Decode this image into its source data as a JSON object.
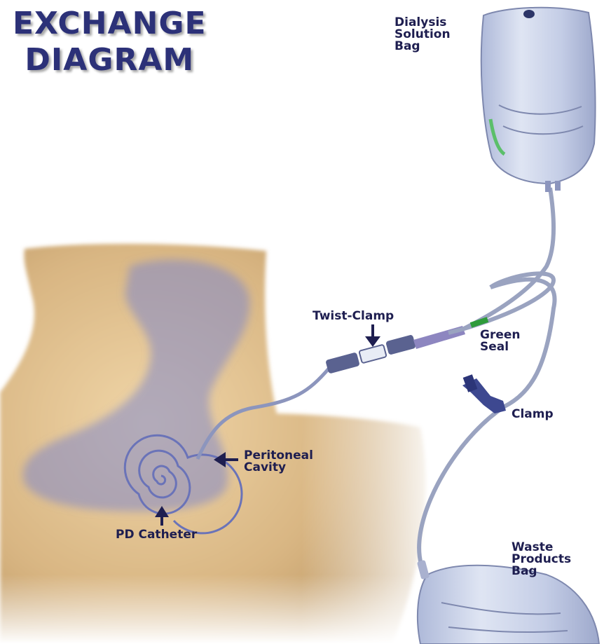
{
  "title": "EXCHANGE\nDIAGRAM",
  "labels": {
    "dialysis_bag": "Dialysis\nSolution\nBag",
    "twist_clamp": "Twist-Clamp",
    "green_seal": "Green\nSeal",
    "clamp": "Clamp",
    "peritoneal_cavity": "Peritoneal\nCavity",
    "pd_catheter": "PD Catheter",
    "waste_bag": "Waste\nProducts\nBag"
  },
  "colors": {
    "title": "#2c3178",
    "label_text": "#1e1e50",
    "arrow": "#1e1e50",
    "body_skin": "#d8b582",
    "cavity": "#7f86c8",
    "bag_fill": "#c9d3ea",
    "tube": "#9aa3c0",
    "green_seal": "#2e9b3a"
  }
}
